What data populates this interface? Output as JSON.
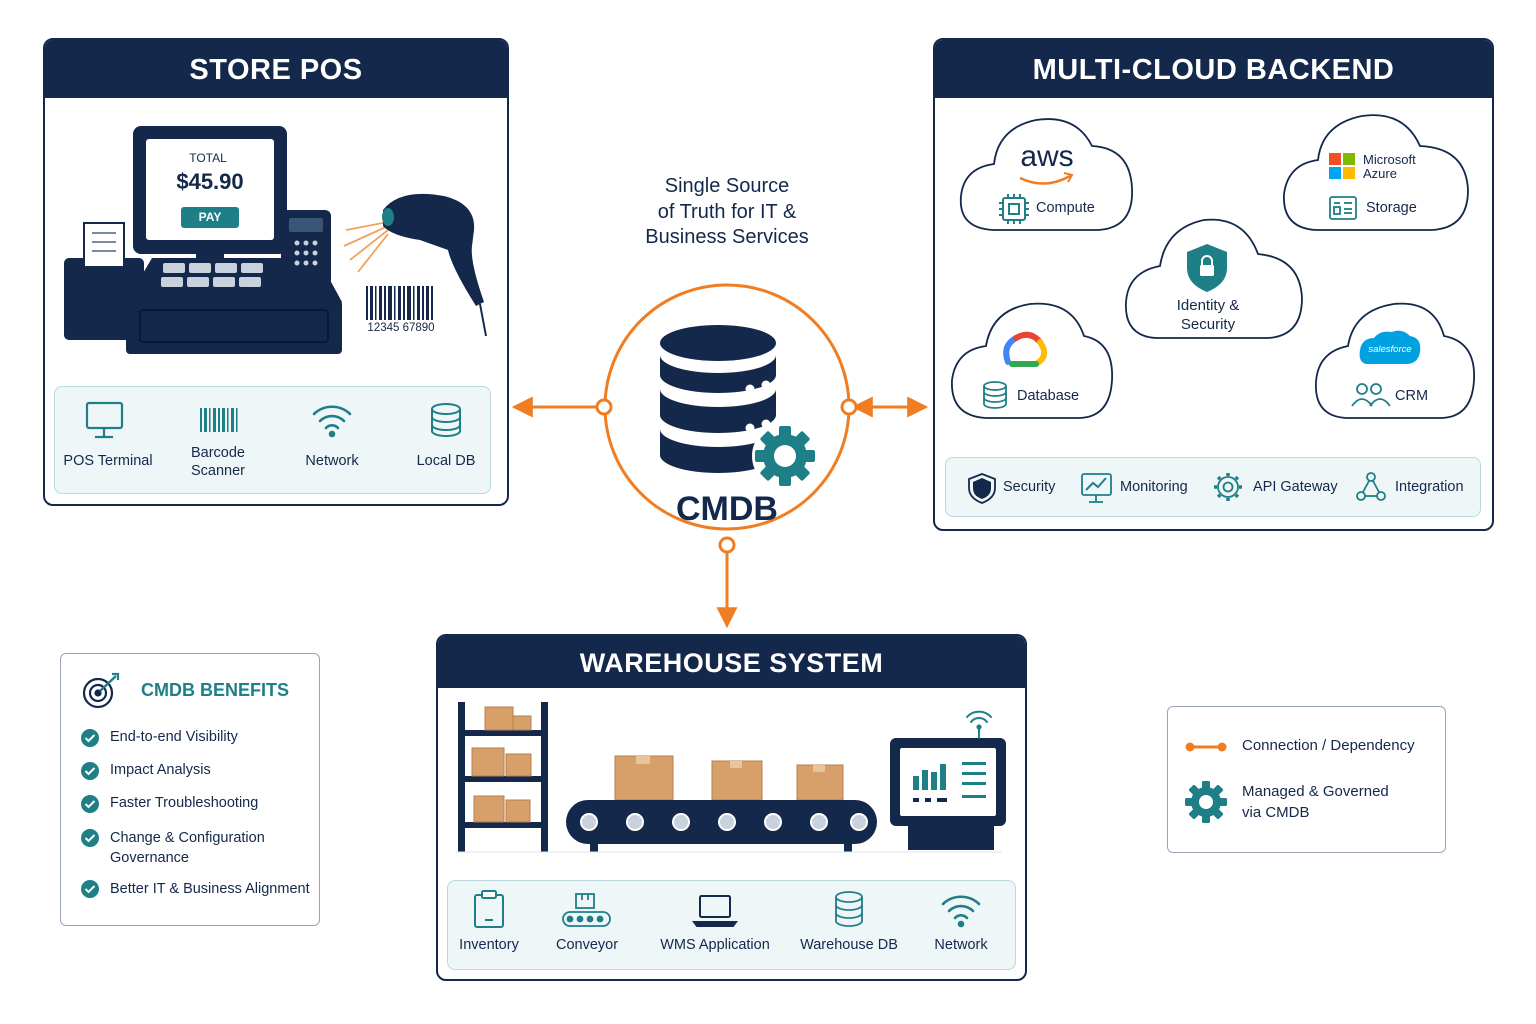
{
  "center": {
    "tagline_lines": [
      "Single Source",
      "of Truth for IT &",
      "Business Services"
    ],
    "label": "CMDB"
  },
  "store_pos": {
    "title": "STORE POS",
    "screen_total_label": "TOTAL",
    "screen_amount": "$45.90",
    "screen_button": "PAY",
    "barcode_number": "12345 67890",
    "components": [
      {
        "label": "POS Terminal",
        "icon": "monitor-icon"
      },
      {
        "label": "Barcode\nScanner",
        "icon": "barcode-icon"
      },
      {
        "label": "Network",
        "icon": "wifi-icon"
      },
      {
        "label": "Local DB",
        "icon": "database-icon"
      }
    ]
  },
  "cloud_backend": {
    "title": "MULTI-CLOUD BACKEND",
    "clouds": [
      {
        "provider": "aws",
        "service": "Compute"
      },
      {
        "provider_lines": [
          "Microsoft",
          "Azure"
        ],
        "service": "Storage"
      },
      {
        "service_lines": [
          "Identity &",
          "Security"
        ]
      },
      {
        "service": "Database"
      },
      {
        "provider": "salesforce",
        "service": "CRM"
      }
    ],
    "capabilities": [
      {
        "label": "Security",
        "icon": "shield-icon"
      },
      {
        "label": "Monitoring",
        "icon": "monitoring-icon"
      },
      {
        "label": "API Gateway",
        "icon": "gear-icon"
      },
      {
        "label": "Integration",
        "icon": "integration-icon"
      }
    ]
  },
  "warehouse": {
    "title": "WAREHOUSE SYSTEM",
    "components": [
      {
        "label": "Inventory",
        "icon": "clipboard-icon"
      },
      {
        "label": "Conveyor",
        "icon": "conveyor-icon"
      },
      {
        "label": "WMS Application",
        "icon": "laptop-icon"
      },
      {
        "label": "Warehouse DB",
        "icon": "database-icon"
      },
      {
        "label": "Network",
        "icon": "wifi-icon"
      }
    ]
  },
  "benefits": {
    "title": "CMDB BENEFITS",
    "items": [
      "End-to-end Visibility",
      "Impact Analysis",
      "Faster Troubleshooting",
      "Change & Configuration\nGovernance",
      "Better IT & Business Alignment"
    ]
  },
  "legend": {
    "items": [
      {
        "label": "Connection / Dependency",
        "symbol": "connector-icon"
      },
      {
        "label": "Managed & Governed\nvia CMDB",
        "symbol": "gear-icon"
      }
    ]
  },
  "colors": {
    "navy": "#14284b",
    "teal": "#1e7f87",
    "orange": "#f07d22",
    "strip_bg": "#eef6f8"
  }
}
